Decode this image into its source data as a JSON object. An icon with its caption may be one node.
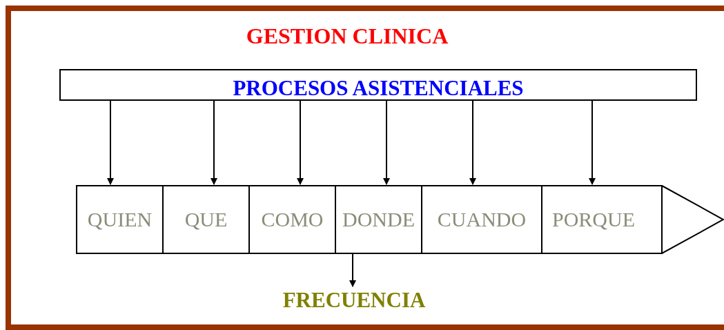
{
  "diagram": {
    "title": "GESTION CLINICA",
    "nodes": [
      {
        "text": [
          "PROCESOS ASISTENCIALES"
        ]
      },
      {
        "text": [
          "QUIEN"
        ]
      },
      {
        "text": [
          "QUE"
        ]
      },
      {
        "text": [
          "COMO"
        ]
      },
      {
        "text": [
          "DONDE"
        ]
      },
      {
        "text": [
          "CUANDO"
        ]
      },
      {
        "text": [
          "PORQUE"
        ]
      },
      {
        "text": [],
        "shape": "triangle"
      },
      {
        "text": [
          "FRECUENCIA"
        ]
      }
    ],
    "edges": [
      {
        "from": 0,
        "to": 1,
        "arrow": "to"
      },
      {
        "from": 0,
        "to": 2,
        "arrow": "to"
      },
      {
        "from": 0,
        "to": 3,
        "arrow": "to"
      },
      {
        "from": 0,
        "to": 4,
        "arrow": "to"
      },
      {
        "from": 0,
        "to": 5,
        "arrow": "to"
      },
      {
        "from": 0,
        "to": 6,
        "arrow": "to"
      },
      {
        "from": 4,
        "to": 8,
        "arrow": "to"
      }
    ]
  }
}
